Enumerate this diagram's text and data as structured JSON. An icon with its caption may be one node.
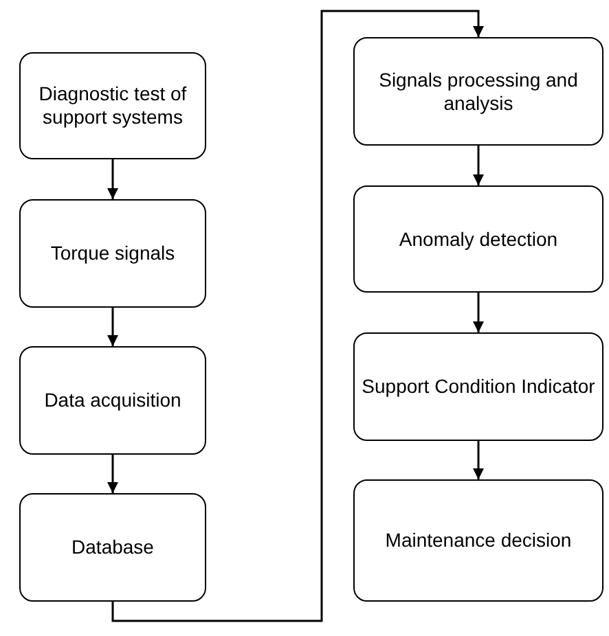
{
  "diagram": {
    "nodes": [
      {
        "text": [
          "Diagnostic test of support systems"
        ]
      },
      {
        "text": [
          "Torque signals"
        ]
      },
      {
        "text": [
          "Data acquisition"
        ]
      },
      {
        "text": [
          "Database"
        ]
      },
      {
        "text": [
          "Signals processing and analysis"
        ]
      },
      {
        "text": [
          "Anomaly detection"
        ]
      },
      {
        "text": [
          "Support Condition Indicator"
        ]
      },
      {
        "text": [
          "Maintenance decision"
        ]
      }
    ],
    "edges": [
      {
        "from": 0,
        "to": 1,
        "arrow": "to"
      },
      {
        "from": 1,
        "to": 2,
        "arrow": "to"
      },
      {
        "from": 2,
        "to": 3,
        "arrow": "to"
      },
      {
        "from": 3,
        "to": 4,
        "arrow": "to"
      },
      {
        "from": 4,
        "to": 5,
        "arrow": "to"
      },
      {
        "from": 5,
        "to": 6,
        "arrow": "to"
      },
      {
        "from": 6,
        "to": 7,
        "arrow": "to"
      }
    ]
  }
}
